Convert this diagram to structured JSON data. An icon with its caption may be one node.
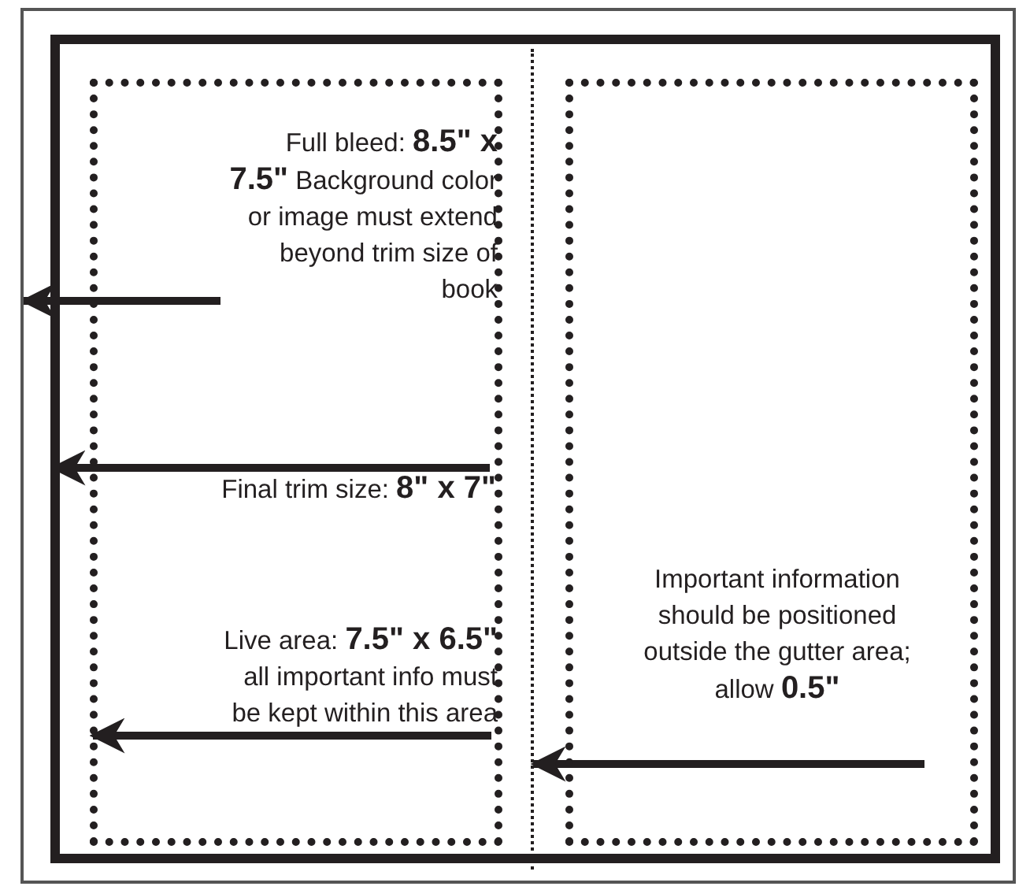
{
  "diagram": {
    "nodes": [
      {
        "text": [],
        "shape": "box"
      },
      {
        "text": [],
        "shape": "box",
        "in": 0
      },
      {
        "text": [],
        "shape": "box",
        "in": 1
      },
      {
        "text": [],
        "shape": "line",
        "in": 1
      },
      {
        "text": [],
        "shape": "box",
        "in": 1
      },
      {
        "text": [
          "Full bleed: **8.5\" x 7.5\"** Background color or image must extend beyond trim size of book"
        ],
        "in": 2
      },
      {
        "text": [
          "Final trim size: **8\" x 7\"**"
        ],
        "in": 2
      },
      {
        "text": [
          "Live area: **7.5\" x 6.5\"** all important info must be kept within this area"
        ],
        "in": 2
      },
      {
        "text": [
          "Important information should  be positioned outside the gutter area; allow **0.5\"**"
        ],
        "in": 4
      }
    ],
    "edges": [
      {
        "from": 5,
        "to": 0,
        "arrow": "to"
      },
      {
        "from": 6,
        "to": 1,
        "arrow": "to"
      },
      {
        "from": 7,
        "to": 2,
        "arrow": "to"
      },
      {
        "from": 8,
        "to": 3,
        "arrow": "to"
      }
    ]
  }
}
